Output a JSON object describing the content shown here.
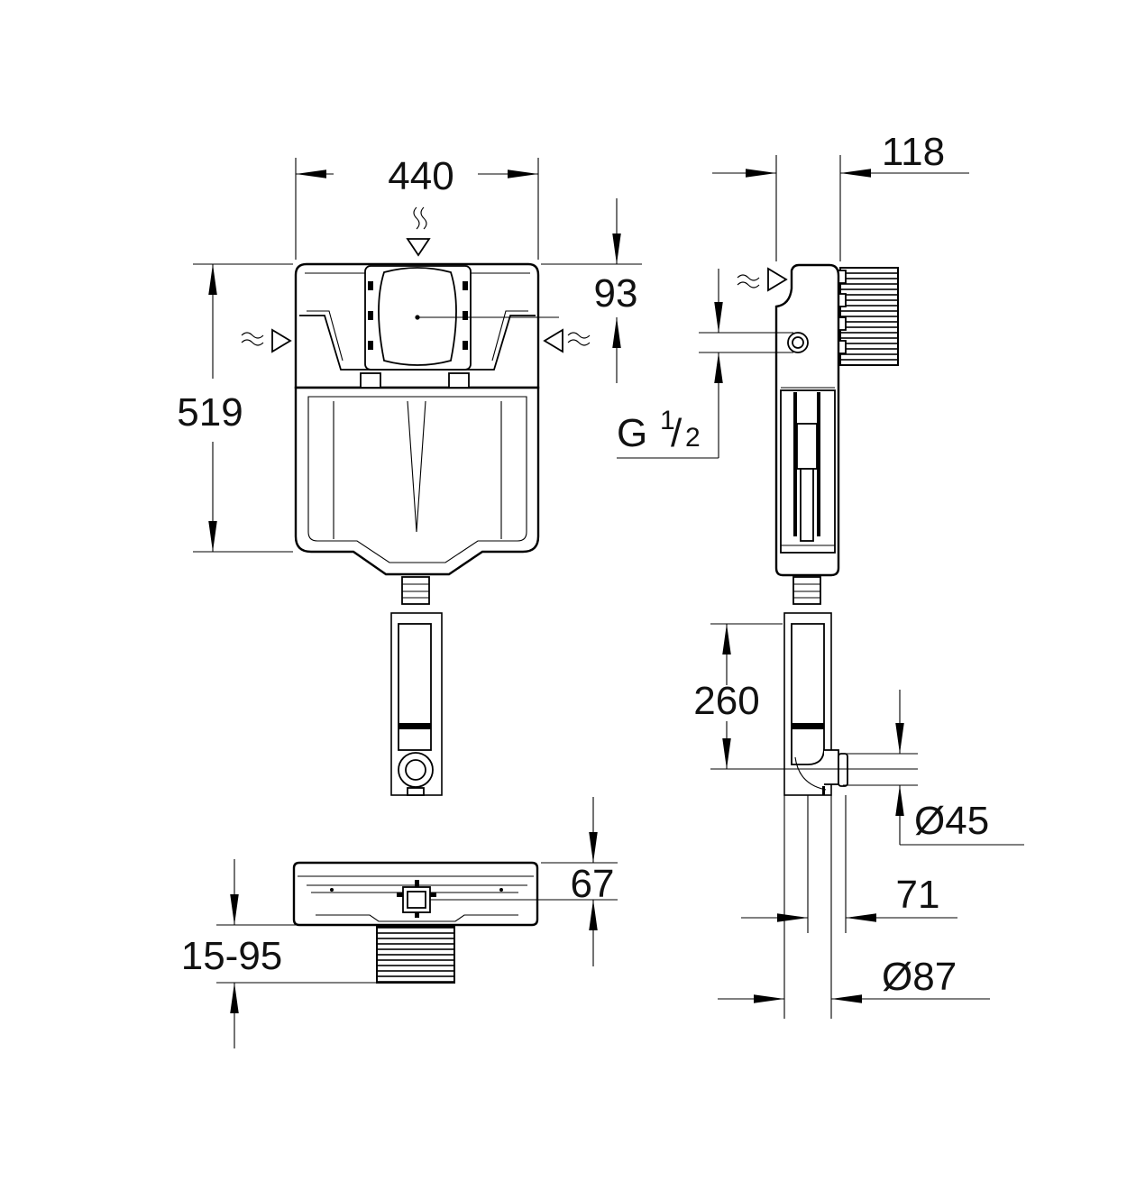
{
  "dimensions": {
    "width_front": "440",
    "height_front": "519",
    "top_offset": "93",
    "depth_side": "118",
    "thread": "G",
    "thread_frac_num": "1",
    "thread_frac_den": "2",
    "pipe_length": "260",
    "diam_outlet": "Ø45",
    "pipe_spacing": "71",
    "diam_pipe": "Ø87",
    "top_depth": "67",
    "adjust_range": "15-95"
  },
  "colors": {
    "line": "#000000",
    "background": "#ffffff"
  }
}
